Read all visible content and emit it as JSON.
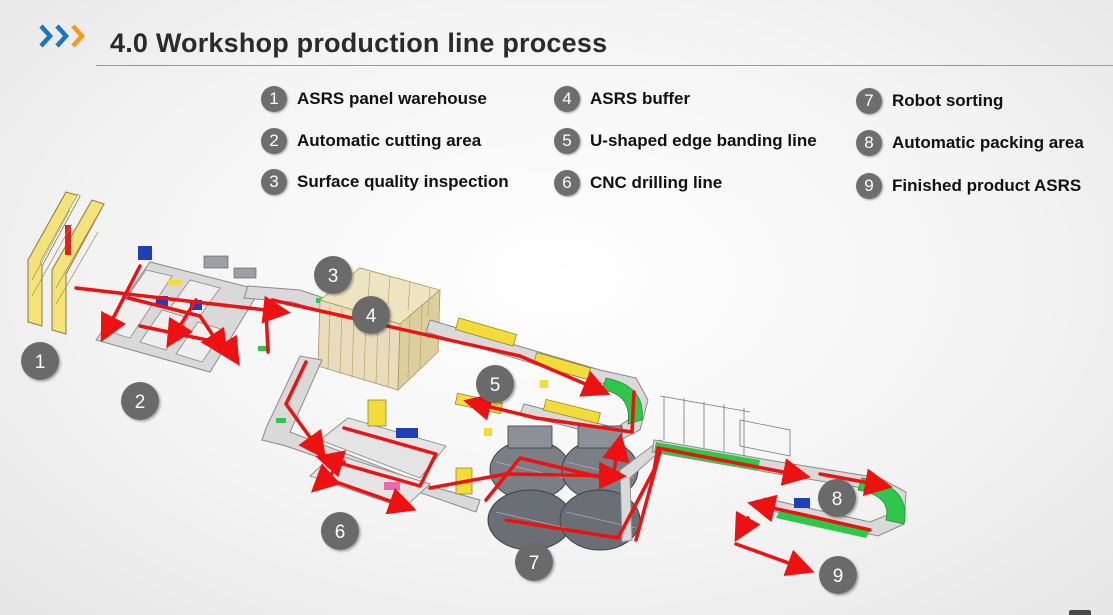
{
  "header": {
    "title": "4.0 Workshop production line process",
    "icon": "triple-chevron-icon",
    "chevron_colors": [
      "#1a73c8",
      "#1a73c8",
      "#f29a1a"
    ]
  },
  "legend": [
    {
      "num": "1",
      "label": "ASRS panel warehouse"
    },
    {
      "num": "2",
      "label": "Automatic cutting area"
    },
    {
      "num": "3",
      "label": "Surface quality inspection"
    },
    {
      "num": "4",
      "label": "ASRS buffer"
    },
    {
      "num": "5",
      "label": "U-shaped edge banding line"
    },
    {
      "num": "6",
      "label": "CNC drilling line"
    },
    {
      "num": "7",
      "label": "Robot sorting"
    },
    {
      "num": "8",
      "label": "Automatic packing area"
    },
    {
      "num": "9",
      "label": "Finished product ASRS"
    }
  ],
  "markers": [
    "1",
    "2",
    "3",
    "4",
    "5",
    "6",
    "7",
    "8",
    "9"
  ],
  "colors": {
    "flow_arrow": "#ee1111",
    "marker_fill": "#6b6b6b",
    "conveyor": "#d9d9d9",
    "conveyor_edge": "#8a8a8a",
    "conveyor_green": "#2fc74a",
    "rack_beige": "#e8dcbc",
    "rack_yellow": "#f4e27a",
    "machine_yellow": "#f2dc3a",
    "machine_blue": "#1f3fb8",
    "robot_cell": "#7a7f86"
  }
}
